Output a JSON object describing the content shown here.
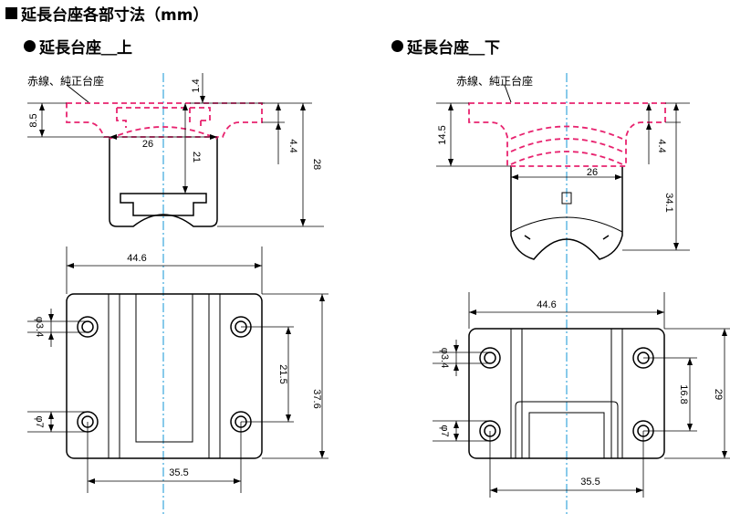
{
  "heading": "延長台座各部寸法（mm）",
  "upper": {
    "title": "延長台座＿上",
    "note": "赤線、純正台座",
    "dims": {
      "d1_4": "1.4",
      "d8_5": "8.5",
      "d4_4": "4.4",
      "d26": "26",
      "d21": "21",
      "d28": "28",
      "d44_6": "44.6",
      "phi3_4": "φ3.4",
      "phi7": "φ7",
      "d21_5": "21.5",
      "d37_6": "37.6",
      "d35_5": "35.5"
    }
  },
  "lower": {
    "title": "延長台座＿下",
    "note": "赤線、純正台座",
    "dims": {
      "d14_5": "14.5",
      "d4_4": "4.4",
      "d26": "26",
      "d34_1": "34.1",
      "d44_6": "44.6",
      "phi3_4": "φ3.4",
      "phi7": "φ7",
      "d16_8": "16.8",
      "d29": "29",
      "d35_5": "35.5"
    }
  },
  "colors": {
    "outline": "#000000",
    "oem_base": "#e8236f",
    "centerline": "#3aa6dd"
  }
}
